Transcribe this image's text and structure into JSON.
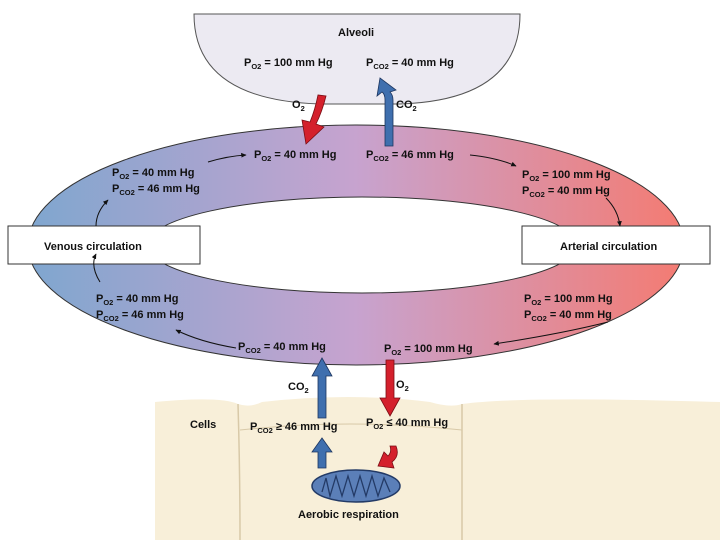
{
  "colors": {
    "venous": "#7fa6cf",
    "mixed": "#c7a3cf",
    "arterial": "#f47b72",
    "o2_arrow": "#d4202c",
    "co2_arrow": "#3f6fae",
    "alveoli_fill": "#eceaf2",
    "cells_fill": "#f8efd9",
    "mitochondrion": "#5b7fb8"
  },
  "alveoli": {
    "title": "Alveoli",
    "po2": {
      "prefix": "P",
      "sub": "O2",
      "suffix": " = 100 mm Hg"
    },
    "pco2": {
      "prefix": "P",
      "sub": "CO2",
      "suffix": " = 40 mm Hg"
    },
    "o2_label": {
      "prefix": "O",
      "sub": "2"
    },
    "co2_label": {
      "prefix": "CO",
      "sub": "2"
    }
  },
  "pulmonary": {
    "po2": {
      "prefix": "P",
      "sub": "O2",
      "suffix": " = 40 mm Hg"
    },
    "pco2": {
      "prefix": "P",
      "sub": "CO2",
      "suffix": " = 46 mm Hg"
    }
  },
  "venous_upper": {
    "po2": {
      "prefix": "P",
      "sub": "O2",
      "suffix": " = 40 mm Hg"
    },
    "pco2": {
      "prefix": "P",
      "sub": "CO2",
      "suffix": " = 46 mm Hg"
    }
  },
  "venous_lower": {
    "po2": {
      "prefix": "P",
      "sub": "O2",
      "suffix": " = 40 mm Hg"
    },
    "pco2": {
      "prefix": "P",
      "sub": "CO2",
      "suffix": " = 46 mm Hg"
    }
  },
  "arterial_upper": {
    "po2": {
      "prefix": "P",
      "sub": "O2",
      "suffix": " = 100 mm Hg"
    },
    "pco2": {
      "prefix": "P",
      "sub": "CO2",
      "suffix": " = 40 mm Hg"
    }
  },
  "arterial_lower": {
    "po2": {
      "prefix": "P",
      "sub": "O2",
      "suffix": " = 100 mm Hg"
    },
    "pco2": {
      "prefix": "P",
      "sub": "CO2",
      "suffix": " = 40 mm Hg"
    }
  },
  "systemic": {
    "pco2": {
      "prefix": "P",
      "sub": "CO2",
      "suffix": " = 40 mm Hg"
    },
    "po2": {
      "prefix": "P",
      "sub": "O2",
      "suffix": " = 100 mm Hg"
    }
  },
  "venous_box": {
    "label": "Venous circulation"
  },
  "arterial_box": {
    "label": "Arterial circulation"
  },
  "cells": {
    "title": "Cells",
    "pco2": {
      "prefix": "P",
      "sub": "CO2",
      "suffix": " ≥ 46 mm Hg"
    },
    "po2": {
      "prefix": "P",
      "sub": "O2",
      "suffix": " ≤ 40 mm Hg"
    },
    "co2_label": {
      "prefix": "CO",
      "sub": "2"
    },
    "o2_label": {
      "prefix": "O",
      "sub": "2"
    },
    "respiration_label": "Aerobic respiration"
  }
}
